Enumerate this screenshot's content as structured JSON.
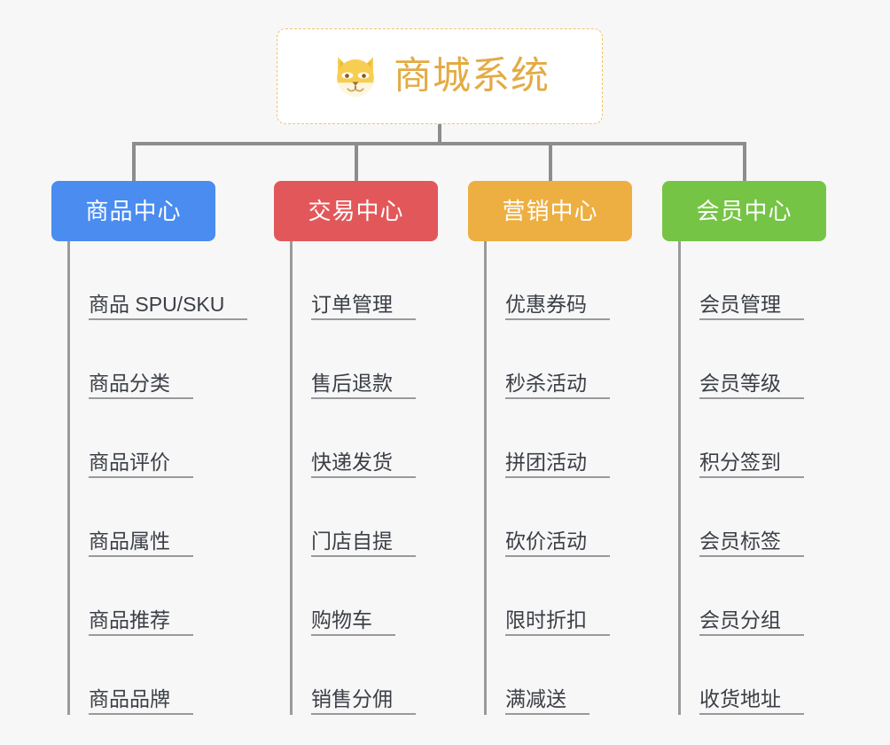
{
  "diagram": {
    "type": "org-chart",
    "background_color": "#f7f7f7",
    "root": {
      "title": "商城系统",
      "icon": "shiba-dog-face-emoji",
      "text_color": "#e3ab44",
      "border_color": "#f0c468",
      "background_color": "#ffffff"
    },
    "connector_color": "#8d8d8d",
    "rail_color": "#9a9a9a",
    "leaf_text_color": "#3b3f46",
    "columns": [
      {
        "id": "product-center",
        "label": "商品中心",
        "color": "#4a8cf0",
        "items": [
          "商品 SPU/SKU",
          "商品分类",
          "商品评价",
          "商品属性",
          "商品推荐",
          "商品品牌"
        ]
      },
      {
        "id": "transaction-center",
        "label": "交易中心",
        "color": "#e2585a",
        "items": [
          "订单管理",
          "售后退款",
          "快递发货",
          "门店自提",
          "购物车",
          "销售分佣"
        ]
      },
      {
        "id": "marketing-center",
        "label": "营销中心",
        "color": "#edaf41",
        "items": [
          "优惠券码",
          "秒杀活动",
          "拼团活动",
          "砍价活动",
          "限时折扣",
          "满减送"
        ]
      },
      {
        "id": "member-center",
        "label": "会员中心",
        "color": "#76c445",
        "items": [
          "会员管理",
          "会员等级",
          "积分签到",
          "会员标签",
          "会员分组",
          "收货地址"
        ]
      }
    ]
  }
}
